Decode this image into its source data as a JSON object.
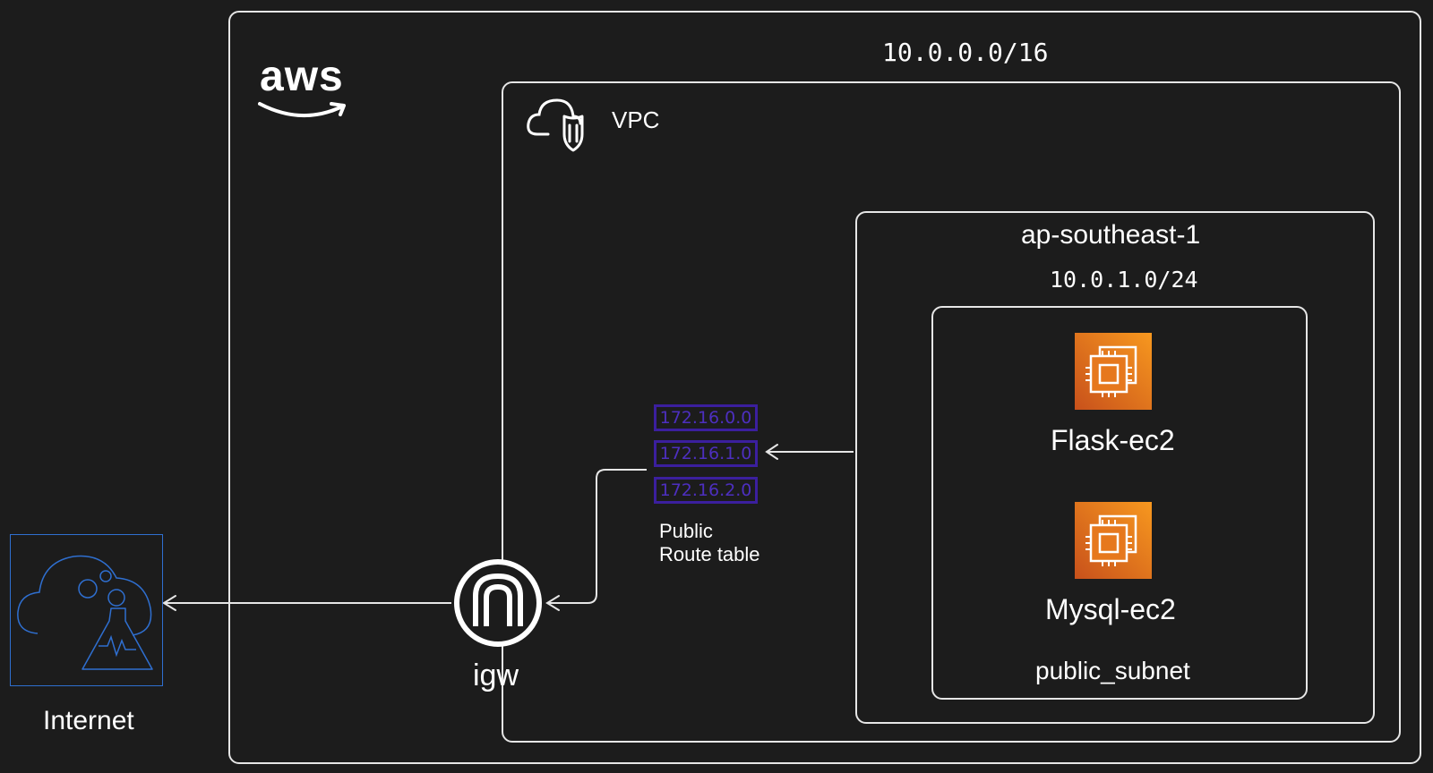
{
  "cloud": {
    "cidr": "10.0.0.0/16",
    "logo_text": "aws"
  },
  "vpc": {
    "label": "VPC"
  },
  "region": {
    "name": "ap-southeast-1",
    "cidr": "10.0.1.0/24"
  },
  "subnet": {
    "label": "public_subnet",
    "instances": [
      {
        "label": "Flask-ec2",
        "icon": "ec2-instance-icon"
      },
      {
        "label": "Mysql-ec2",
        "icon": "ec2-instance-icon"
      }
    ]
  },
  "route_table": {
    "label_line1": "Public",
    "label_line2": "Route table",
    "rows": [
      "172.16.0.0",
      "172.16.1.0",
      "172.16.2.0"
    ],
    "color": "#3b1f9e"
  },
  "igw": {
    "label": "igw"
  },
  "internet": {
    "label": "Internet",
    "icon_color": "#2f6fd0"
  },
  "colors": {
    "background": "#1c1c1c",
    "stroke": "#e6e6e6",
    "ec2_orange": "#f08a1f"
  }
}
